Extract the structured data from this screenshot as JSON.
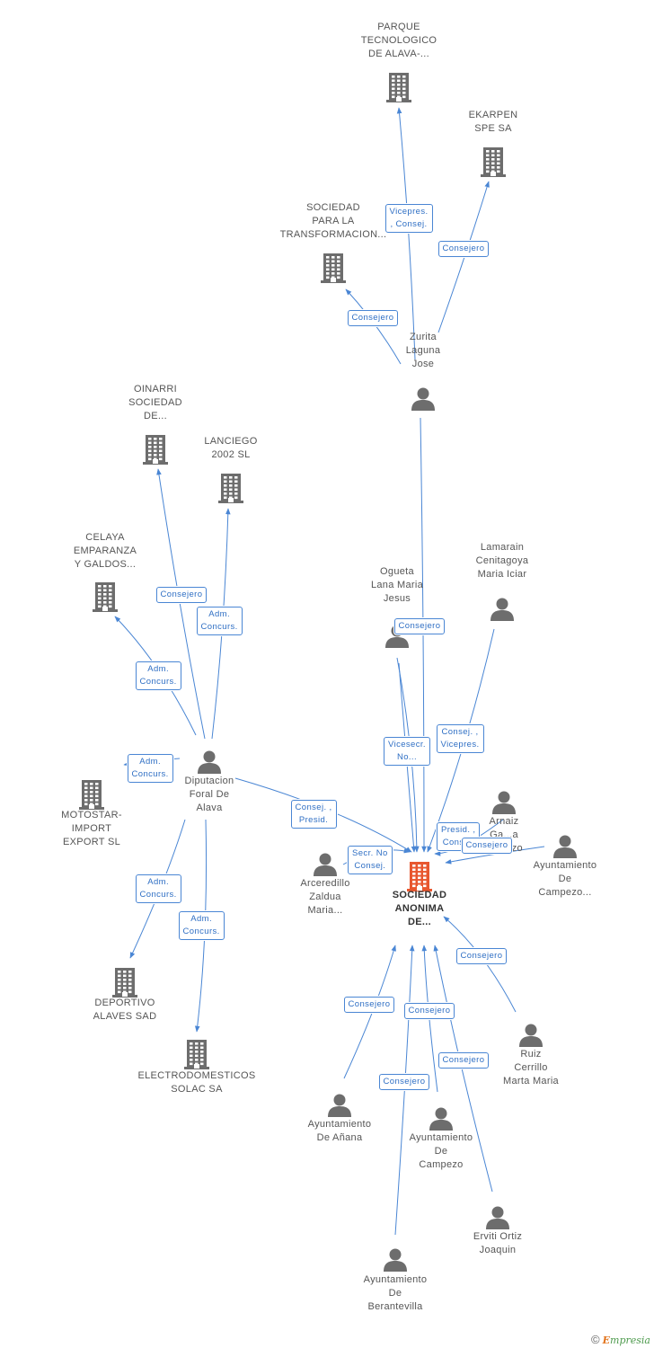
{
  "nodes": [
    {
      "id": "sociedad",
      "type": "company",
      "main": true,
      "label": [
        "SOCIEDAD",
        "ANONIMA",
        "DE..."
      ]
    },
    {
      "id": "parque",
      "type": "company",
      "label": [
        "PARQUE",
        "TECNOLOGICO",
        "DE ALAVA-..."
      ]
    },
    {
      "id": "ekarpen",
      "type": "company",
      "label": [
        "EKARPEN",
        "SPE SA"
      ]
    },
    {
      "id": "sociedad_transf",
      "type": "company",
      "label": [
        "SOCIEDAD",
        "PARA LA",
        "TRANSFORMACION..."
      ]
    },
    {
      "id": "zurita",
      "type": "person",
      "label": [
        "Zurita",
        "Laguna",
        "Jose"
      ]
    },
    {
      "id": "oinarri",
      "type": "company",
      "label": [
        "OINARRI",
        "SOCIEDAD",
        "DE..."
      ]
    },
    {
      "id": "lanciego",
      "type": "company",
      "label": [
        "LANCIEGO",
        "2002 SL"
      ]
    },
    {
      "id": "celaya",
      "type": "company",
      "label": [
        "CELAYA",
        "EMPARANZA",
        "Y GALDOS..."
      ]
    },
    {
      "id": "diputacion",
      "type": "person",
      "label": [
        "Diputacion",
        "Foral De",
        "Alava"
      ]
    },
    {
      "id": "motostar",
      "type": "company",
      "label": [
        "MOTOSTAR-",
        "IMPORT",
        "EXPORT SL"
      ]
    },
    {
      "id": "deportivo",
      "type": "company",
      "label": [
        "DEPORTIVO",
        "ALAVES SAD"
      ]
    },
    {
      "id": "electro",
      "type": "company",
      "label": [
        "ELECTRODOMESTICOS",
        "SOLAC SA"
      ]
    },
    {
      "id": "ogueta",
      "type": "person",
      "label": [
        "Ogueta",
        "Lana Maria",
        "Jesus"
      ]
    },
    {
      "id": "lamarain",
      "type": "person",
      "label": [
        "Lamarain",
        "Cenitagoya",
        "Maria Iciar"
      ]
    },
    {
      "id": "arnaiz",
      "type": "person",
      "label": [
        "Arnaiz",
        "Ga...a",
        "Lorenzo"
      ]
    },
    {
      "id": "ayto_campezo1",
      "type": "person",
      "label": [
        "Ayuntamiento",
        "De",
        "Campezo..."
      ]
    },
    {
      "id": "arceredillo",
      "type": "person",
      "label": [
        "Arceredillo",
        "Zaldua",
        "Maria..."
      ]
    },
    {
      "id": "ruiz",
      "type": "person",
      "label": [
        "Ruiz",
        "Cerrillo",
        "Marta Maria"
      ]
    },
    {
      "id": "ayto_anana",
      "type": "person",
      "label": [
        "Ayuntamiento",
        "De Añana"
      ]
    },
    {
      "id": "ayto_campezo2",
      "type": "person",
      "label": [
        "Ayuntamiento",
        "De",
        "Campezo"
      ]
    },
    {
      "id": "erviti",
      "type": "person",
      "label": [
        "Erviti Ortiz",
        "Joaquin"
      ]
    },
    {
      "id": "ayto_berantevilla",
      "type": "person",
      "label": [
        "Ayuntamiento",
        "De",
        "Berantevilla"
      ]
    }
  ],
  "edges": [
    {
      "from": "zurita",
      "to": "parque",
      "label": [
        "Vicepres.",
        ", Consej."
      ]
    },
    {
      "from": "zurita",
      "to": "ekarpen",
      "label": [
        "Consejero"
      ]
    },
    {
      "from": "zurita",
      "to": "sociedad_transf",
      "label": [
        "Consejero"
      ]
    },
    {
      "from": "zurita",
      "to": "sociedad",
      "label": []
    },
    {
      "from": "diputacion",
      "to": "oinarri",
      "label": [
        "Consejero"
      ]
    },
    {
      "from": "diputacion",
      "to": "lanciego",
      "label": [
        "Adm.",
        "Concurs."
      ]
    },
    {
      "from": "diputacion",
      "to": "celaya",
      "label": [
        "Adm.",
        "Concurs."
      ]
    },
    {
      "from": "diputacion",
      "to": "motostar",
      "label": [
        "Adm.",
        "Concurs."
      ]
    },
    {
      "from": "diputacion",
      "to": "deportivo",
      "label": [
        "Adm.",
        "Concurs."
      ]
    },
    {
      "from": "diputacion",
      "to": "electro",
      "label": [
        "Adm.",
        "Concurs."
      ]
    },
    {
      "from": "diputacion",
      "to": "sociedad",
      "label": [
        "Consej. ,",
        "Presid."
      ]
    },
    {
      "from": "ogueta",
      "to": "sociedad",
      "label": [
        "Consejero"
      ]
    },
    {
      "from": "ogueta",
      "to": "sociedad",
      "label": [
        "Vicesecr.",
        "No..."
      ]
    },
    {
      "from": "lamarain",
      "to": "sociedad",
      "label": [
        "Consej. ,",
        "Vicepres."
      ]
    },
    {
      "from": "arnaiz",
      "to": "sociedad",
      "label": [
        "Presid. ,",
        "Consej."
      ]
    },
    {
      "from": "ayto_campezo1",
      "to": "sociedad",
      "label": [
        "Consejero"
      ]
    },
    {
      "from": "arceredillo",
      "to": "sociedad",
      "label": [
        "Secr. No",
        "Consej."
      ]
    },
    {
      "from": "ruiz",
      "to": "sociedad",
      "label": [
        "Consejero"
      ]
    },
    {
      "from": "ayto_anana",
      "to": "sociedad",
      "label": [
        "Consejero"
      ]
    },
    {
      "from": "ayto_campezo2",
      "to": "sociedad",
      "label": [
        "Consejero"
      ]
    },
    {
      "from": "erviti",
      "to": "sociedad",
      "label": [
        "Consejero"
      ]
    },
    {
      "from": "ayto_berantevilla",
      "to": "sociedad",
      "label": [
        "Consejero"
      ]
    }
  ],
  "footer": {
    "copyright": "©",
    "brand_e": "E",
    "brand_rest": "mpresia"
  }
}
